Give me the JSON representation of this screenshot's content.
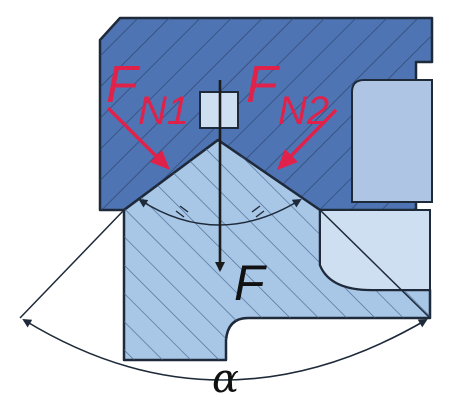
{
  "labels": {
    "normal_force_1": {
      "main": "F",
      "sub": "N1"
    },
    "normal_force_2": {
      "main": "F",
      "sub": "N2"
    },
    "resultant_force": "F",
    "cone_angle": "α"
  },
  "colors": {
    "upper_part": "#4f74b3",
    "lower_part": "#a8c6e6",
    "outline": "#1e2a3a",
    "normal_force": "#e0224a",
    "resultant_force": "#1b1b1b",
    "background": "#ffffff"
  }
}
